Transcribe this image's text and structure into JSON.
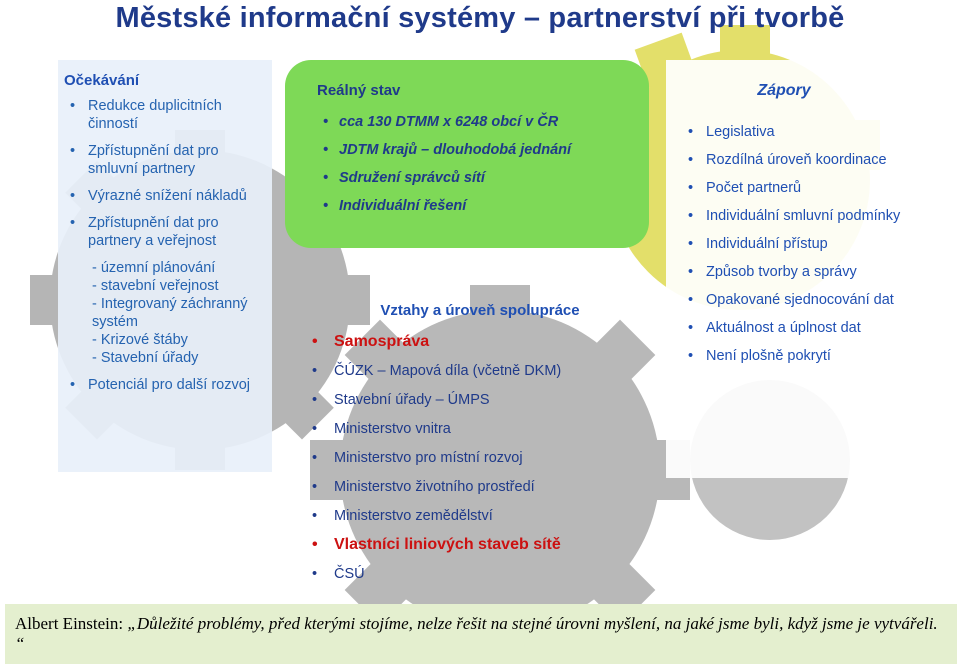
{
  "title": "Městské informační systémy – partnerství při tvorbě",
  "expectations": {
    "heading": "Očekávání",
    "items": [
      "Redukce duplicitních činností",
      "Zpřístupnění dat pro smluvní partnery",
      "Výrazné snížení nákladů",
      "Zpřístupnění dat pro partnery a veřejnost"
    ],
    "sub_items": [
      "- územní plánování",
      "- stavební veřejnost",
      "- Integrovaný záchranný systém",
      "- Krizové štáby",
      "- Stavební úřady"
    ],
    "last_item": "Potenciál pro další rozvoj"
  },
  "current_state": {
    "heading": "Reálný stav",
    "items": [
      "cca 130 DTMM x 6248 obcí v ČR",
      "JDTM krajů – dlouhodobá jednání",
      "Sdružení správců sítí",
      "Individuální řešení"
    ]
  },
  "relations": {
    "heading": "Vztahy a úroveň spolupráce",
    "items": [
      "Samospráva",
      "ČÚZK – Mapová díla (včetně DKM)",
      "Stavební úřady – ÚMPS",
      "Ministerstvo vnitra",
      "Ministerstvo pro místní rozvoj",
      "Ministerstvo životního prostředí",
      "Ministerstvo zemědělství",
      "Vlastníci liniových staveb sítě",
      "ČSÚ"
    ]
  },
  "cons": {
    "heading": "Zápory",
    "items": [
      "Legislativa",
      "Rozdílná úroveň koordinace",
      "Počet partnerů",
      "Individuální smluvní podmínky",
      "Individuální přístup",
      "Způsob tvorby a správy",
      "Opakované sjednocování dat",
      "Aktuálnost a úplnost dat",
      "Není plošně pokrytí"
    ]
  },
  "quote": {
    "author": "Albert Einstein: ",
    "text": "„Důležité problémy, před kterými stojíme, nelze řešit na stejné úrovni myšlení, na jaké jsme byli, když jsme je vytvářeli. “"
  },
  "colors": {
    "title": "#1f3a8a",
    "heading_blue": "#1f4fb3",
    "green_box": "#7ed957",
    "gear_gray": "#b5b5b5",
    "gear_yellow": "#e3df6a",
    "highlight_red": "#cc1111",
    "quote_bg": "#e4efcf"
  }
}
